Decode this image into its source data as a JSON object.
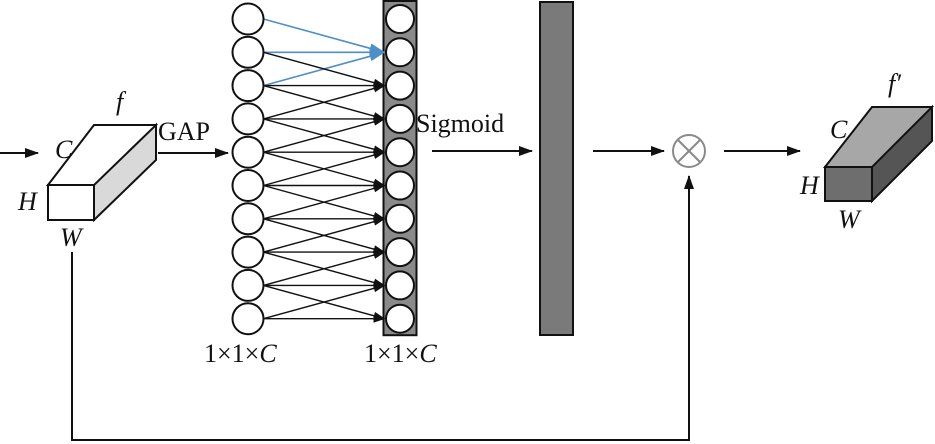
{
  "input_tensor": {
    "name": "f",
    "channel_label": "C",
    "height_label": "H",
    "width_label": "W"
  },
  "output_tensor": {
    "name": "f′",
    "channel_label": "C",
    "height_label": "H",
    "width_label": "W"
  },
  "operations": {
    "gap": "GAP",
    "sigmoid": "Sigmoid",
    "multiply_symbol": "⊗"
  },
  "layers": {
    "left_neurons": 10,
    "right_neurons": 10,
    "left_size": {
      "prefix": "1×1×",
      "var": "C"
    },
    "right_size": {
      "prefix": "1×1×",
      "var": "C"
    }
  },
  "colors": {
    "stroke": "#111111",
    "highlight_edges": "#4f8fc8",
    "neuron_column_fill": "#8a8a8a",
    "attention_bar": "#7a7a7a",
    "input_top": "#ffffff",
    "input_side": "#d9d9d9",
    "output_front": "#6e6e6e",
    "output_top": "#a7a7a7",
    "output_side": "#555555"
  },
  "icons": {
    "multiply": "circle-times-icon"
  }
}
